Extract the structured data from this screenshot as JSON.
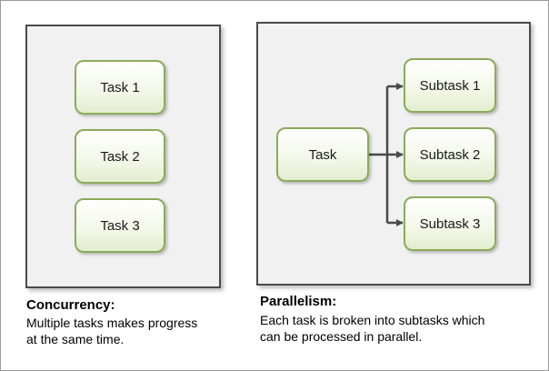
{
  "concurrency": {
    "tasks": [
      "Task 1",
      "Task 2",
      "Task 3"
    ],
    "caption_title": "Concurrency:",
    "caption_line1": "Multiple tasks makes progress",
    "caption_line2": "at the same time."
  },
  "parallelism": {
    "task": "Task",
    "subtasks": [
      "Subtask 1",
      "Subtask 2",
      "Subtask 3"
    ],
    "caption_title": "Parallelism:",
    "caption_line1": "Each task is broken into subtasks which",
    "caption_line2": "can be processed in parallel."
  },
  "colors": {
    "box_border": "#8bab5a",
    "arrow": "#4a4a4a",
    "panel_bg": "#f1f1f1"
  }
}
